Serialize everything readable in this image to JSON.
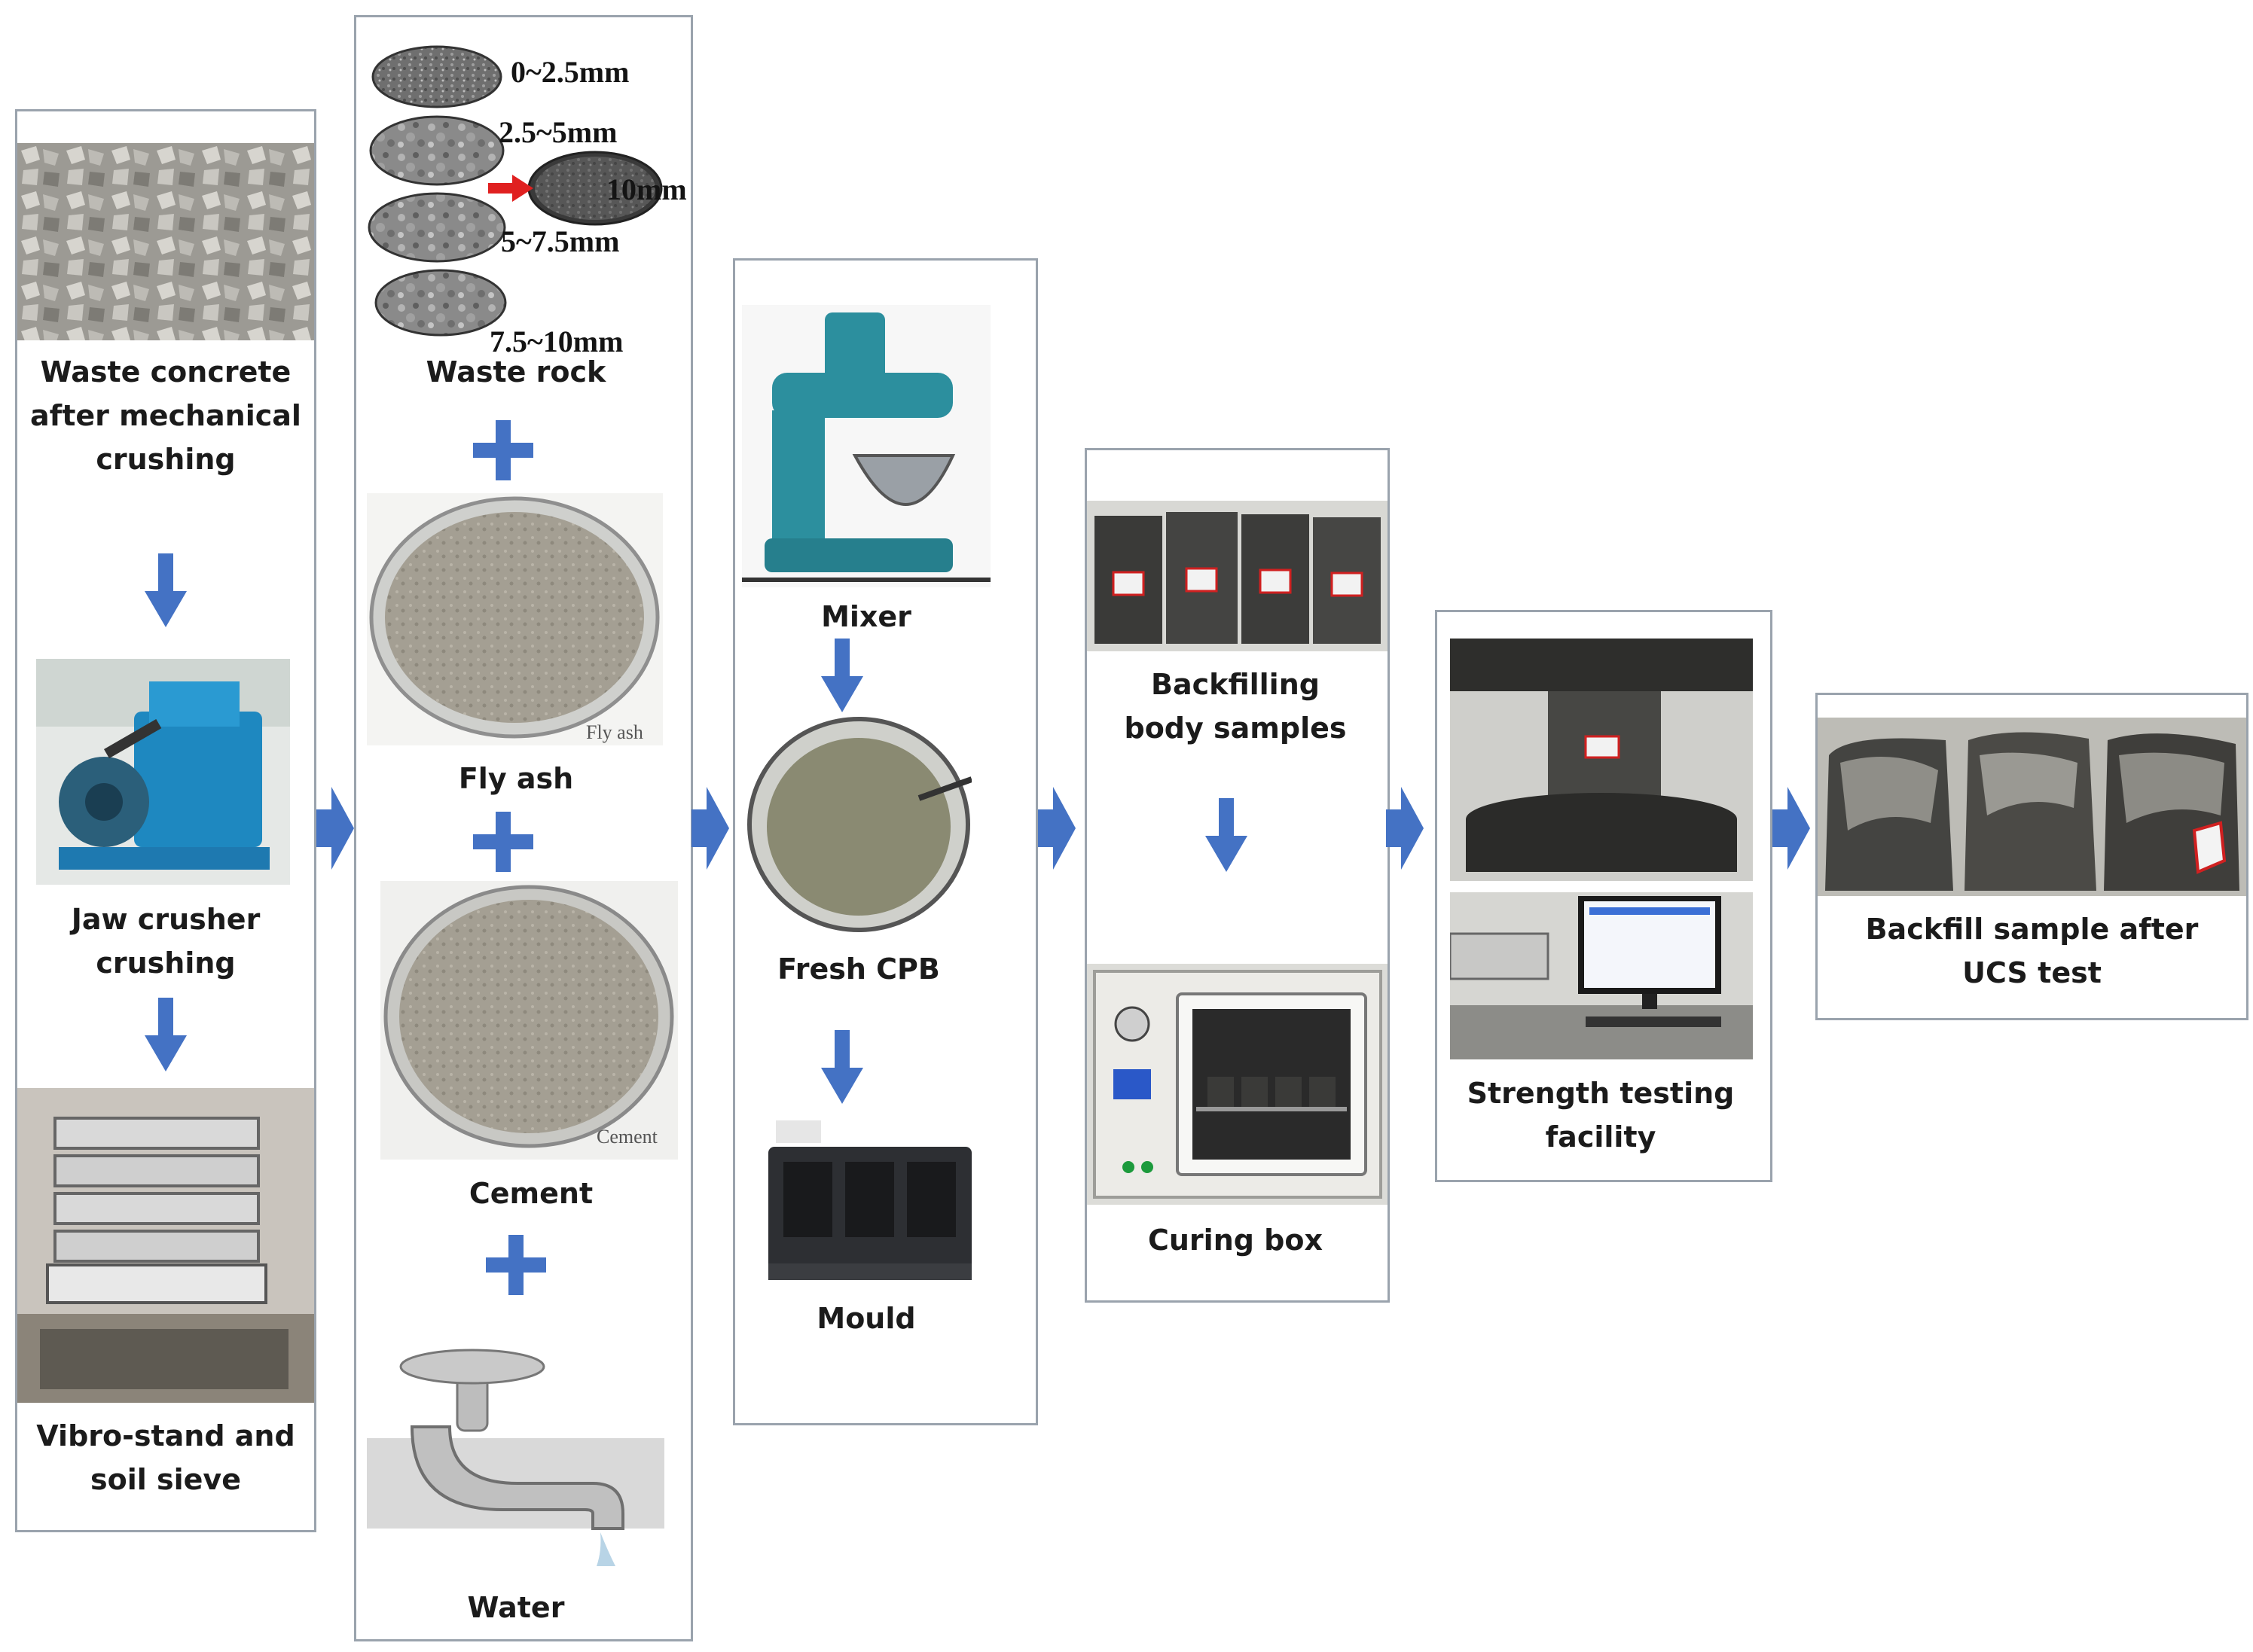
{
  "colors": {
    "accent": "#4472c4",
    "panel_border": "#9aa3ad",
    "pointer": "#e02020"
  },
  "stage1": {
    "waste_concrete": "Waste concrete after mechanical crushing",
    "jaw_crusher": "Jaw crusher crushing",
    "vibro_stand": "Vibro-stand and soil sieve"
  },
  "stage2": {
    "sizes": [
      "0~2.5mm",
      "2.5~5mm",
      "5~7.5mm",
      "7.5~10mm",
      "10mm"
    ],
    "waste_rock": "Waste rock",
    "fly_ash": "Fly ash",
    "fly_ash_tag": "Fly ash",
    "cement": "Cement",
    "cement_tag": "Cement",
    "water": "Water"
  },
  "stage3": {
    "mixer": "Mixer",
    "fresh_cpb": "Fresh CPB",
    "mould": "Mould"
  },
  "stage4": {
    "samples": "Backfilling body samples",
    "curing_box": "Curing box"
  },
  "stage5": {
    "strength": "Strength testing facility"
  },
  "stage6": {
    "after_ucs": "Backfill sample after UCS test"
  },
  "icons": {
    "down_arrow": "arrow-down-icon",
    "right_arrow": "arrow-right-icon",
    "plus": "plus-icon",
    "pointer": "arrow-right-red-icon"
  }
}
